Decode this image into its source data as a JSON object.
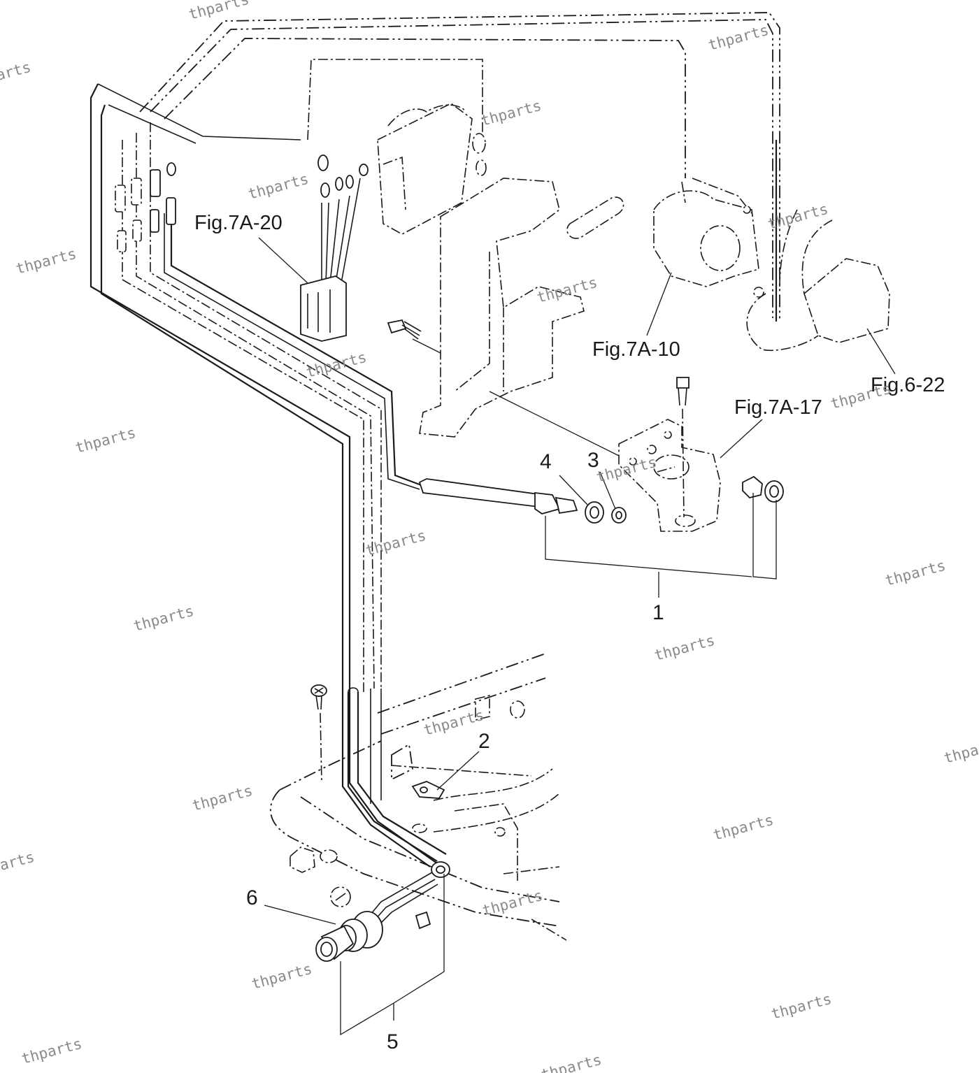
{
  "callouts": {
    "fig_7a_20": "Fig.7A-20",
    "fig_7a_10": "Fig.7A-10",
    "fig_6_22": "Fig.6-22",
    "fig_7a_17": "Fig.7A-17",
    "part_1": "1",
    "part_2": "2",
    "part_3": "3",
    "part_4": "4",
    "part_5": "5",
    "part_6": "6"
  },
  "watermark": {
    "text": "thparts"
  }
}
